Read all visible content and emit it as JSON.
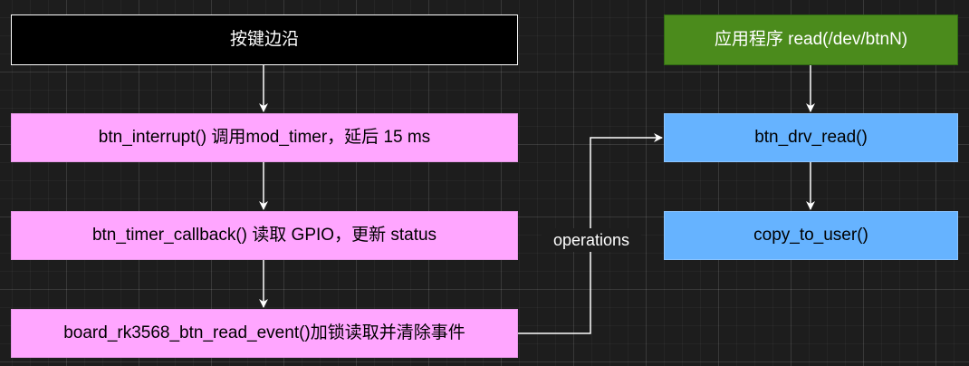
{
  "nodes": {
    "key_edge": "按键边沿",
    "btn_interrupt": "btn_interrupt() 调用mod_timer，延后 15 ms",
    "btn_timer_callback": "btn_timer_callback() 读取 GPIO，更新 status",
    "read_event": "board_rk3568_btn_read_event()加锁读取并清除事件",
    "app_read": "应用程序 read(/dev/btnN)",
    "btn_drv_read": "btn_drv_read()",
    "copy_to_user": "copy_to_user()"
  },
  "edges": {
    "operations_label": "operations"
  },
  "colors": {
    "background": "#1d1d1d",
    "black_node": "#000000",
    "pink_node": "#ffa6ff",
    "green_node": "#4b8b1c",
    "blue_node": "#66b3ff",
    "connector": "#ffffff"
  }
}
